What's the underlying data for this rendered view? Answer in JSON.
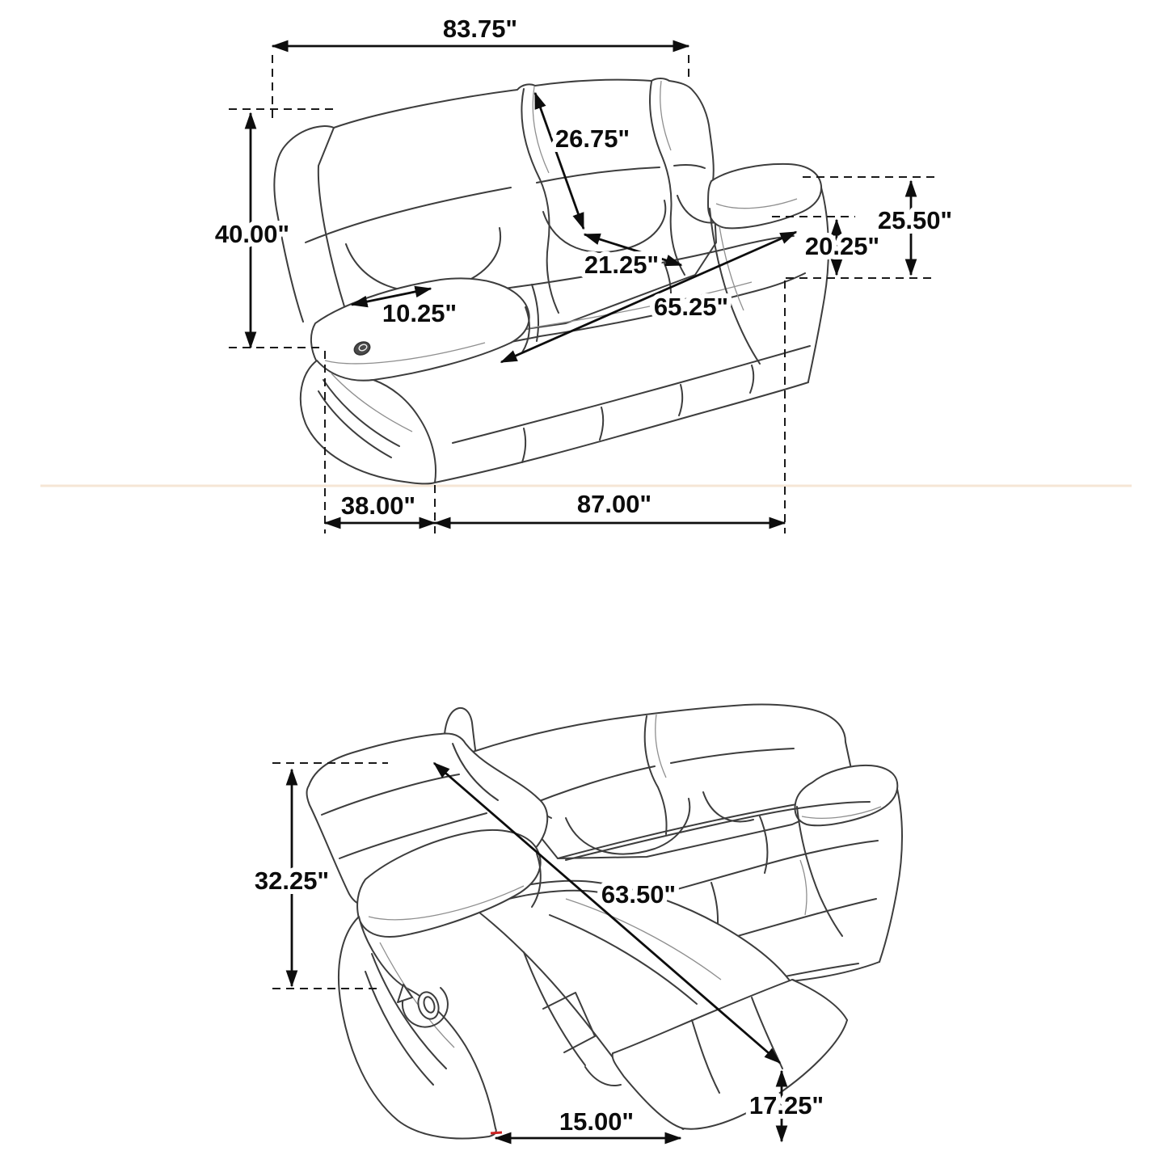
{
  "diagram": {
    "type": "furniture-dimension-diagram",
    "subject": "reclining sofa",
    "unit": "inches",
    "views": {
      "upright": {
        "dims": {
          "overall_width": {
            "label": "83.75\"",
            "inches": 83.75
          },
          "back_height": {
            "label": "26.75\"",
            "inches": 26.75
          },
          "overall_height": {
            "label": "40.00\"",
            "inches": 40.0
          },
          "arm_height": {
            "label": "25.50\"",
            "inches": 25.5
          },
          "seat_height": {
            "label": "20.25\"",
            "inches": 20.25
          },
          "seat_depth": {
            "label": "21.25\"",
            "inches": 21.25
          },
          "arm_width": {
            "label": "10.25\"",
            "inches": 10.25
          },
          "inside_width": {
            "label": "65.25\"",
            "inches": 65.25
          },
          "overall_depth": {
            "label": "38.00\"",
            "inches": 38.0
          },
          "body_width": {
            "label": "87.00\"",
            "inches": 87.0
          }
        }
      },
      "reclined": {
        "dims": {
          "reclined_back_height": {
            "label": "32.25\"",
            "inches": 32.25
          },
          "reclined_length": {
            "label": "63.50\"",
            "inches": 63.5
          },
          "footrest_height": {
            "label": "17.25\"",
            "inches": 17.25
          },
          "footrest_depth": {
            "label": "15.00\"",
            "inches": 15.0
          }
        }
      }
    },
    "colors": {
      "artwork_line": "#3d3d3d",
      "dimension_line": "#0d0d0d",
      "floor_accent_line": "#f5e6d5",
      "red_mark": "#cc2222",
      "background": "#ffffff"
    }
  }
}
